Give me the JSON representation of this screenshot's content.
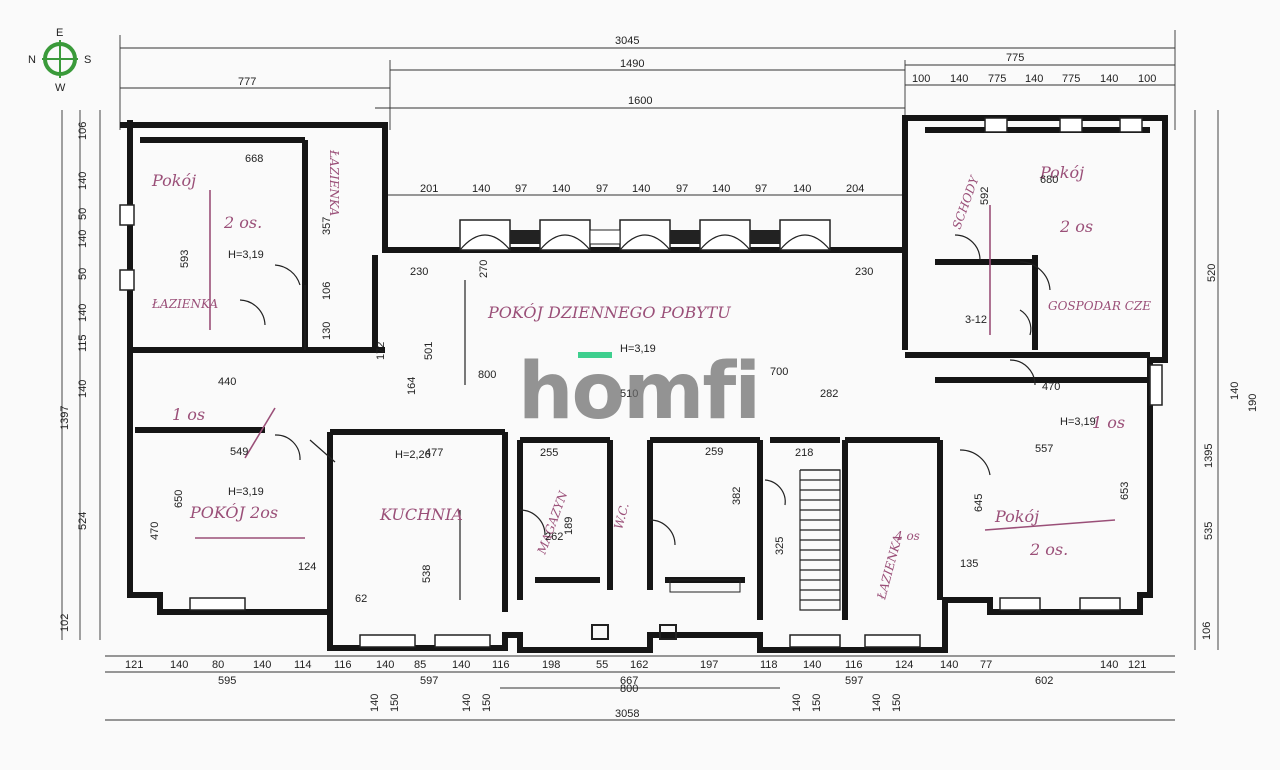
{
  "compass": {
    "n": "N",
    "e": "E",
    "s": "S",
    "w": "W"
  },
  "logo": {
    "text": "homfi",
    "accent_color": "#3ecf8e"
  },
  "top_dims": {
    "total": "3045",
    "right_total": "775",
    "mid_a": "1490",
    "mid_b": "1600",
    "left": "777",
    "right_row": [
      "100",
      "140",
      "775",
      "140",
      "775",
      "140",
      "100"
    ],
    "window_row": [
      "201",
      "140",
      "97",
      "140",
      "97",
      "140",
      "97",
      "140",
      "97",
      "140",
      "204"
    ]
  },
  "bottom_dims": {
    "row1": [
      "121",
      "140",
      "80",
      "140",
      "114",
      "116",
      "140",
      "85",
      "140",
      "116",
      "198",
      "55",
      "162",
      "197",
      "118",
      "140",
      "116",
      "124",
      "140",
      "77",
      "140",
      "121"
    ],
    "row2": [
      "595",
      "597",
      "667",
      "597",
      "602"
    ],
    "mid": "800",
    "total": "3058",
    "sill": [
      "140",
      "150",
      "140",
      "150",
      "140",
      "150",
      "140",
      "150"
    ]
  },
  "left_dims": [
    "106",
    "140",
    "50",
    "140",
    "50",
    "140",
    "115",
    "140",
    "1397",
    "524",
    "102"
  ],
  "right_dims": [
    "520",
    "140",
    "190",
    "1395",
    "535",
    "106"
  ],
  "rooms": {
    "pokoj_nw": "Pokój",
    "pokoj_nw_cap": "2 os.",
    "lazienka_nw": "ŁAZIENKA",
    "lazienka_nw_small": "ŁAZIENKA",
    "pokoj_w": "1 os",
    "pokoj_sw": "POKÓJ 2os",
    "day_room": "POKÓJ DZIENNEGO POBYTU",
    "kuchnia": "KUCHNIA",
    "magazyn": "MAGAZYN",
    "wc": "W.C.",
    "lazienka_s": "ŁAZIENKA",
    "lazienka_s_sub": "4 os",
    "pokoj_ne": "Pokój",
    "pokoj_ne_cap": "2 os",
    "schody": "SCHODY",
    "gospodarcze": "GOSPODAR CZE",
    "pokoj_e": "1 os",
    "pokoj_se": "Pokój",
    "pokoj_se_cap": "2 os."
  },
  "heights": {
    "h_nw": "H=3,19",
    "h_sw": "H=3,19",
    "h_mid": "H=3,19",
    "h_e": "H=3,19",
    "h_kuchnia": "H=2,26"
  },
  "interior_dims": [
    "668",
    "593",
    "357",
    "106",
    "130",
    "501",
    "172",
    "164",
    "800",
    "700",
    "282",
    "510",
    "440",
    "549",
    "650",
    "470",
    "477",
    "538",
    "255",
    "189",
    "259",
    "382",
    "218",
    "325",
    "470",
    "557",
    "645",
    "653",
    "592",
    "680",
    "230",
    "230",
    "270",
    "3-12",
    "262",
    "62",
    "124",
    "135"
  ]
}
